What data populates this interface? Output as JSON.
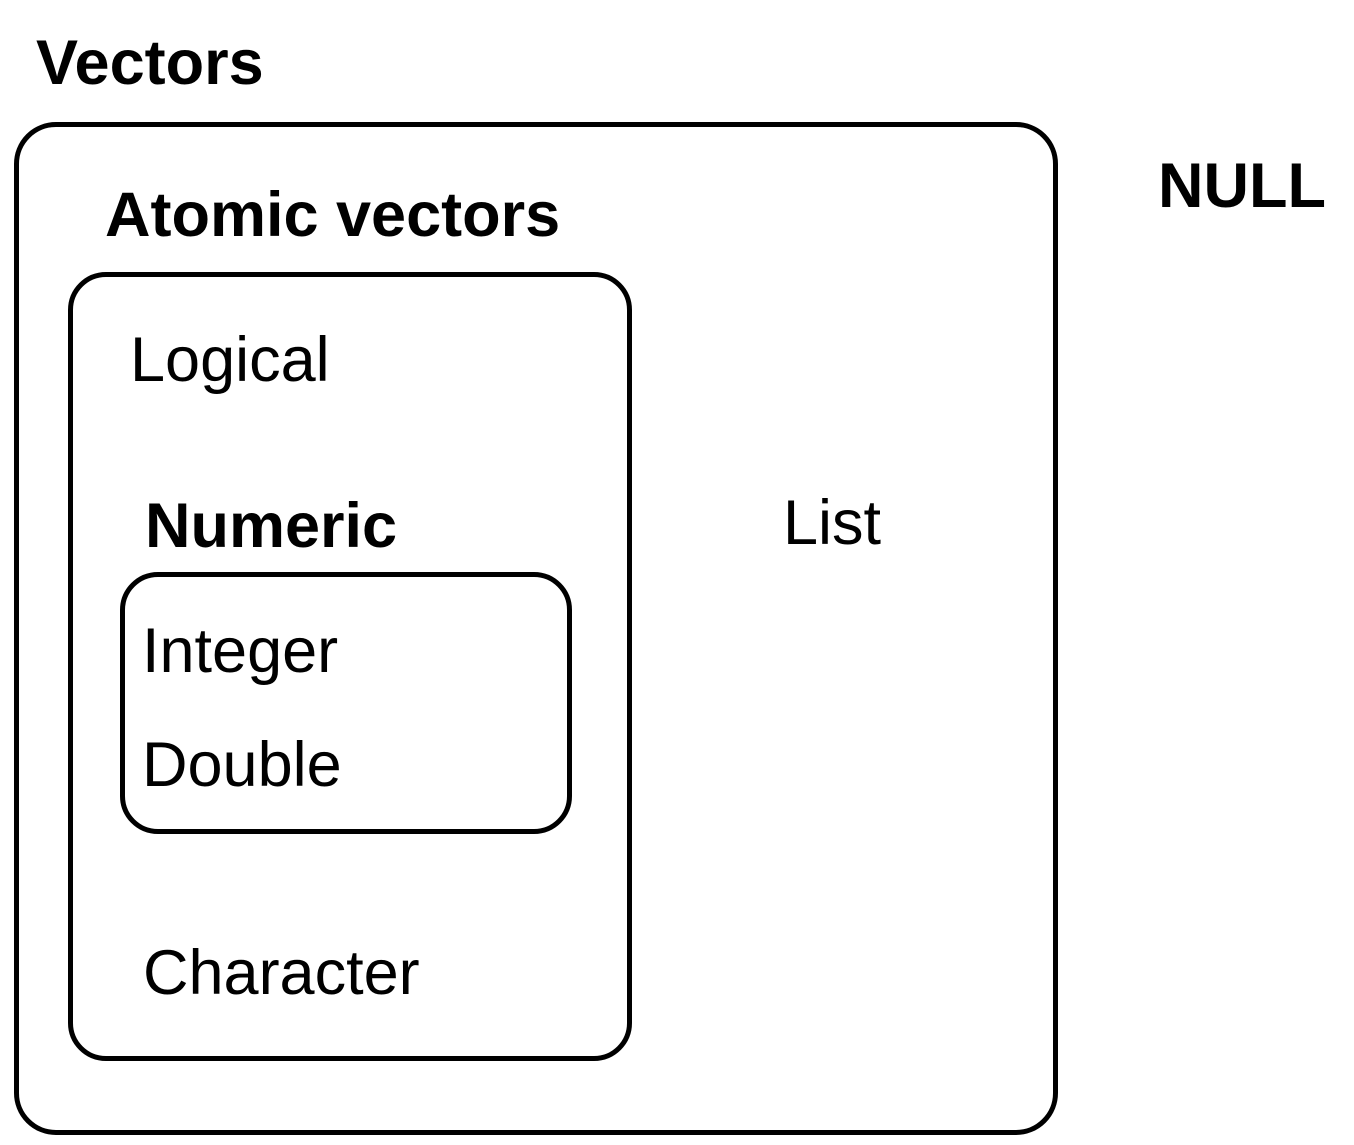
{
  "diagram": {
    "title": "Vectors",
    "null_label": "NULL",
    "colors": {
      "line": "#000000",
      "text": "#000000",
      "background": "#ffffff"
    },
    "vectors_box": {
      "atomic_heading": "Atomic vectors",
      "list_label": "List",
      "atomic_box": {
        "logical_label": "Logical",
        "numeric_heading": "Numeric",
        "character_label": "Character",
        "numeric_box": {
          "integer_label": "Integer",
          "double_label": "Double"
        }
      }
    }
  }
}
